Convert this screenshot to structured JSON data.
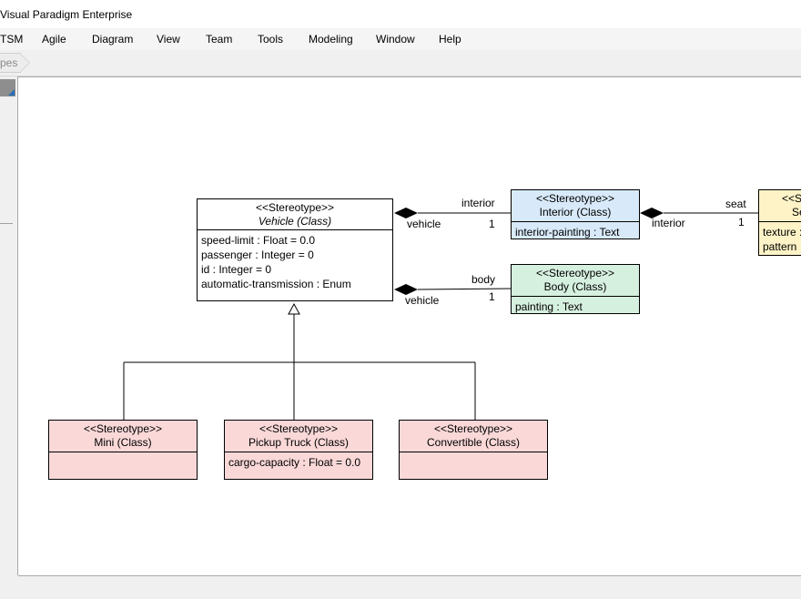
{
  "window": {
    "title": "Visual Paradigm Enterprise"
  },
  "menu": [
    "TSM",
    "Agile",
    "Diagram",
    "View",
    "Team",
    "Tools",
    "Modeling",
    "Window",
    "Help"
  ],
  "breadcrumb": {
    "text": "pes"
  },
  "classes": {
    "vehicle": {
      "stereotype": "<<Stereotype>>",
      "name": "Vehicle (Class)",
      "attributes": [
        "speed-limit : Float = 0.0",
        "passenger : Integer = 0",
        "id : Integer = 0",
        "automatic-transmission : Enum"
      ],
      "color": "#ffffff"
    },
    "interior": {
      "stereotype": "<<Stereotype>>",
      "name": "Interior (Class)",
      "attributes": [
        "interior-painting : Text"
      ],
      "color": "#d8eaf9"
    },
    "body": {
      "stereotype": "<<Stereotype>>",
      "name": "Body (Class)",
      "attributes": [
        "painting : Text"
      ],
      "color": "#d6f0df"
    },
    "seat": {
      "stereotype": "<<S",
      "name": "Se",
      "attributes": [
        "texture :",
        "pattern"
      ],
      "color": "#fdf3c6"
    },
    "mini": {
      "stereotype": "<<Stereotype>>",
      "name": "Mini (Class)",
      "attributes": [],
      "color": "#fad8d8"
    },
    "pickup": {
      "stereotype": "<<Stereotype>>",
      "name": "Pickup Truck (Class)",
      "attributes": [
        "cargo-capacity : Float = 0.0"
      ],
      "color": "#fad8d8"
    },
    "convertible": {
      "stereotype": "<<Stereotype>>",
      "name": "Convertible (Class)",
      "attributes": [],
      "color": "#fad8d8"
    }
  },
  "associations": {
    "vehicle_interior": {
      "source_role": "vehicle",
      "target_role": "interior",
      "multiplicity": "1"
    },
    "vehicle_body": {
      "source_role": "vehicle",
      "target_role": "body",
      "multiplicity": "1"
    },
    "interior_seat": {
      "source_role": "interior",
      "target_role": "seat",
      "multiplicity": "1"
    }
  }
}
